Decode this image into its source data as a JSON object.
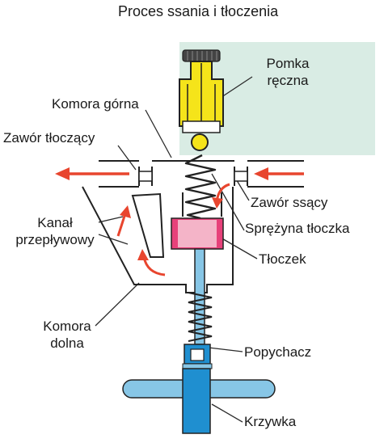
{
  "title": "Proces ssania i tłoczenia",
  "labels": {
    "pompka": [
      "Pomka",
      "ręczna"
    ],
    "komora_gorna": "Komora górna",
    "zawor_tloczacy": "Zawór tłoczący",
    "zawor_ssacy": "Zawór ssący",
    "kanal": [
      "Kanał",
      "przepływowy"
    ],
    "sprezyna": "Sprężyna tłoczka",
    "tloczek": "Tłoczek",
    "komora_dolna": [
      "Komora",
      "dolna"
    ],
    "popychacz": "Popychacz",
    "krzywka": "Krzywka"
  },
  "colors": {
    "flow_arrow": "#e8452e",
    "hand_pump": "#f5e41a",
    "pump_background": "#d9ece4",
    "piston": "#e7417a",
    "cam_shaft": "#87c6e6",
    "cam": "#1f8fd0",
    "leader_line": "#2b2b2b"
  }
}
